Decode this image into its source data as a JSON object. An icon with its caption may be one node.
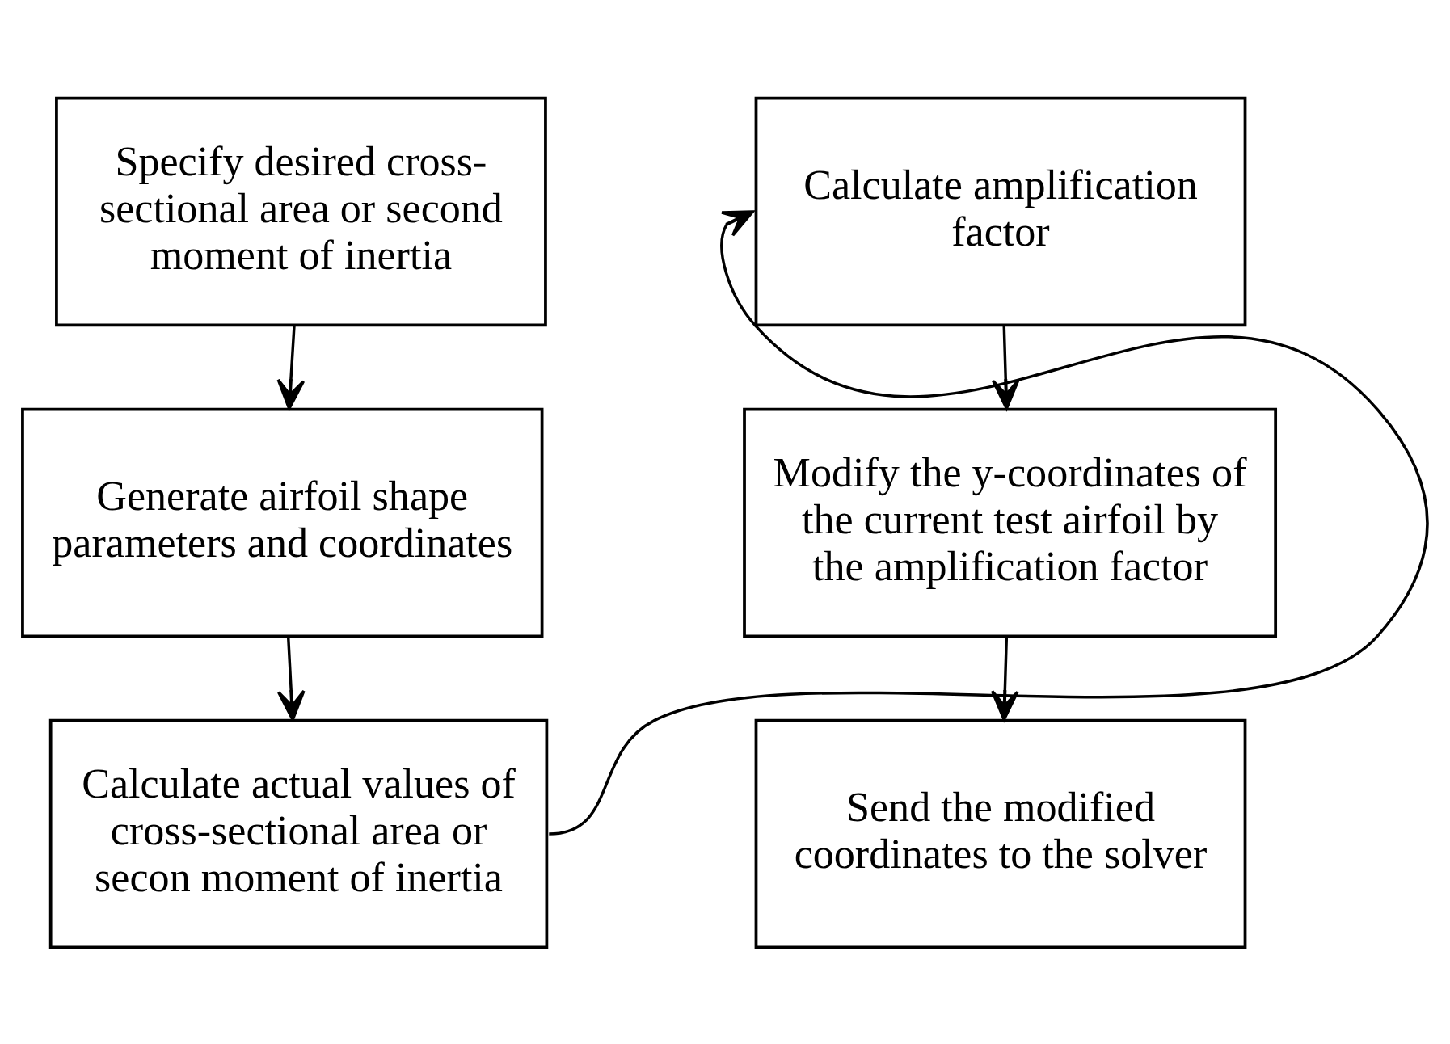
{
  "diagram": {
    "nodes": [
      {
        "text": [
          "Specify desired cross-sectional area or second moment of inertia"
        ]
      },
      {
        "text": [
          "Generate airfoil shape parameters and coordinates"
        ]
      },
      {
        "text": [
          "Calculate actual values of cross-sectional area or secon moment of inertia"
        ]
      },
      {
        "text": [
          "Calculate amplification factor"
        ]
      },
      {
        "text": [
          "Modify the y-coordinates of the current test airfoil by the amplification factor"
        ]
      },
      {
        "text": [
          "Send the modified coordinates to the solver"
        ]
      }
    ],
    "edges": [
      {
        "from": 0,
        "to": 1,
        "arrow": "to"
      },
      {
        "from": 1,
        "to": 2,
        "arrow": "to"
      },
      {
        "from": 2,
        "to": 3,
        "arrow": "to"
      },
      {
        "from": 3,
        "to": 4,
        "arrow": "to"
      },
      {
        "from": 4,
        "to": 5,
        "arrow": "to"
      }
    ]
  }
}
